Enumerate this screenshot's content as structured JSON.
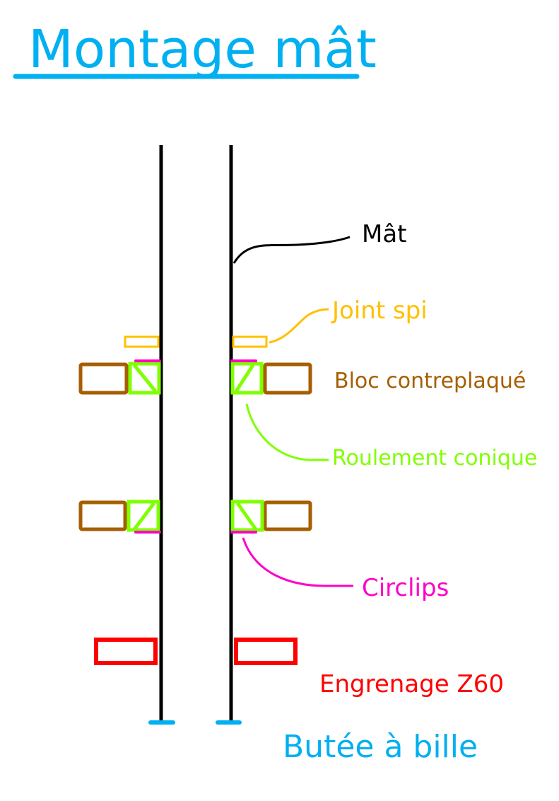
{
  "title": "Montage mât",
  "colors": {
    "title": "#00b0f0",
    "mast": "#000000",
    "joint_spi": "#ffc000",
    "bloc": "#a65e00",
    "roulement": "#80ff00",
    "circlips": "#ff00c8",
    "engrenage": "#ff0000",
    "butee": "#00b0f0"
  },
  "labels": {
    "mat": "Mât",
    "joint_spi": "Joint spi",
    "bloc": "Bloc contreplaqué",
    "roulement": "Roulement conique",
    "circlips": "Circlips",
    "engrenage": "Engrenage Z60",
    "butee": "Butée à bille"
  }
}
